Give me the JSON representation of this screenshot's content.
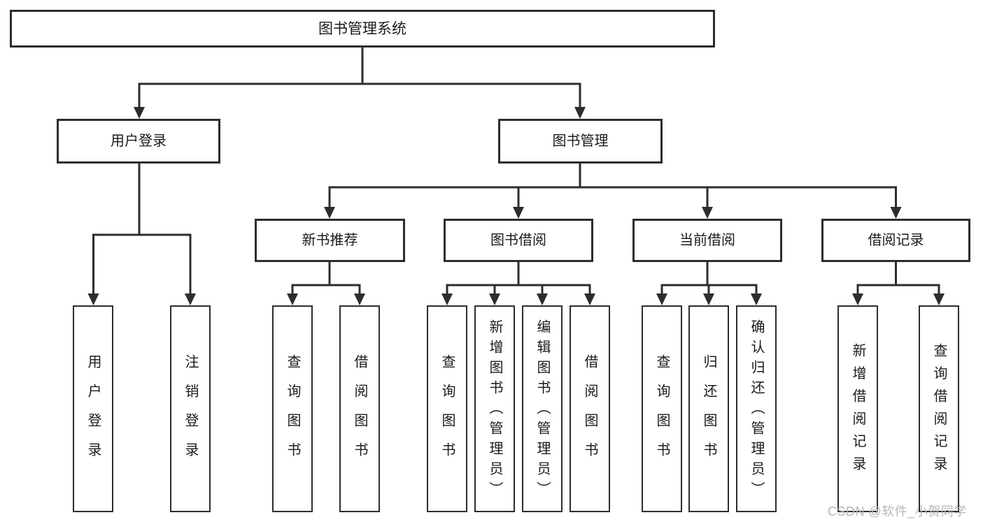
{
  "diagram": {
    "title": "图书管理系统",
    "watermark": "CSDN @软件_小贺同学",
    "colors": {
      "line": "#2d2d2d",
      "box_border": "#2d2d2d",
      "box_background": "#ffffff",
      "text": "#1b1b1b",
      "watermark_text": "#b4b7bb"
    },
    "nodes": {
      "root": "图书管理系统",
      "user_login": "用户登录",
      "book_management": "图书管理",
      "new_book_recommend": "新书推荐",
      "book_borrowing": "图书借阅",
      "current_borrowing": "当前借阅",
      "borrowing_records": "借阅记录",
      "leaf_user_login": "用户登录",
      "leaf_logout_login": "注销登录",
      "leaf_query_books_1": "查询图书",
      "leaf_borrow_books_1": "借阅图书",
      "leaf_query_books_2": "查询图书",
      "leaf_add_book_admin": "新增图书（管理员）",
      "leaf_edit_book_admin": "编辑图书（管理员）",
      "leaf_borrow_books_2": "借阅图书",
      "leaf_query_books_3": "查询图书",
      "leaf_return_books": "归还图书",
      "leaf_confirm_return_admin": "确认归还（管理员）",
      "leaf_add_borrow_record": "新增借阅记录",
      "leaf_query_borrow_record": "查询借阅记录"
    }
  }
}
